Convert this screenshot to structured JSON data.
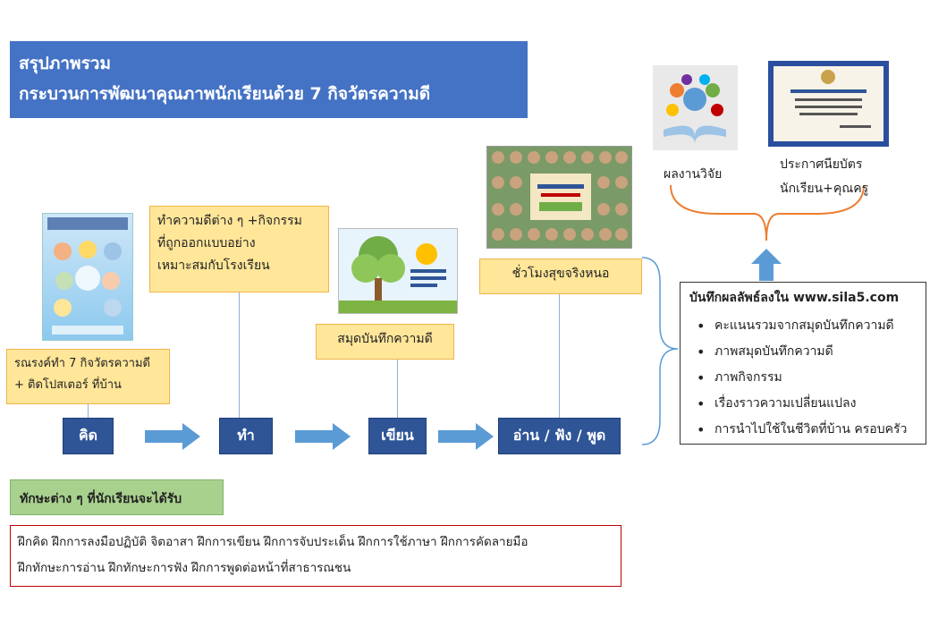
{
  "title": {
    "line1": "สรุปภาพรวม",
    "line2": "กระบวนการพัฒนาคุณภาพนักเรียนด้วย 7 กิจวัตรความดี"
  },
  "steps": [
    {
      "label": "คิด"
    },
    {
      "label": "ทำ"
    },
    {
      "label": "เขียน"
    },
    {
      "label": "อ่าน / ฟัง / พูด"
    }
  ],
  "notes": {
    "campaign": "รณรงค์ทำ 7 กิจวัตรความดี + ติดโปสเตอร์ ที่บ้าน",
    "activities_l1": "ทำความดีต่าง ๆ +กิจกรรม",
    "activities_l2": "ที่ถูกออกแบบอย่าง",
    "activities_l3": "เหมาะสมกับโรงเรียน",
    "notebook": "สมุดบันทึกความดี",
    "happy_hour": "ชั่วโมงสุขจริงหนอ"
  },
  "outputs": {
    "research": "ผลงานวิจัย",
    "certificate_l1": "ประกาศนียบัตร",
    "certificate_l2": "นักเรียน+คุณครู"
  },
  "record": {
    "heading": "บันทึกผลลัพธ์ลงใน www.sila5.com",
    "items": [
      "คะแนนรวมจากสมุดบันทึกความดี",
      "ภาพสมุดบันทึกความดี",
      "ภาพกิจกรรม",
      "เรื่องราวความเปลี่ยนแปลง",
      "การนำไปใช้ในชีวิตที่บ้าน ครอบครัว"
    ]
  },
  "skills": {
    "heading": "ทักษะต่าง ๆ ที่นักเรียนจะได้รับ",
    "line1": "ฝึกคิด ฝึกการลงมือปฏิบัติ จิตอาสา  ฝึกการเขียน ฝึกการจับประเด็น ฝึกการใช้ภาษา ฝึกการคัดลายมือ",
    "line2": "ฝึกทักษะการอ่าน ฝึกทักษะการฟัง ฝึกการพูดต่อหน้าที่สาธารณชน"
  },
  "colors": {
    "title_bg": "#4472c4",
    "step_bg": "#2f5597",
    "note_bg": "#ffe699",
    "skills_head_bg": "#a9d18e",
    "skills_border": "#c00000",
    "arrow": "#5b9bd5",
    "brace": "#ed7d31"
  }
}
